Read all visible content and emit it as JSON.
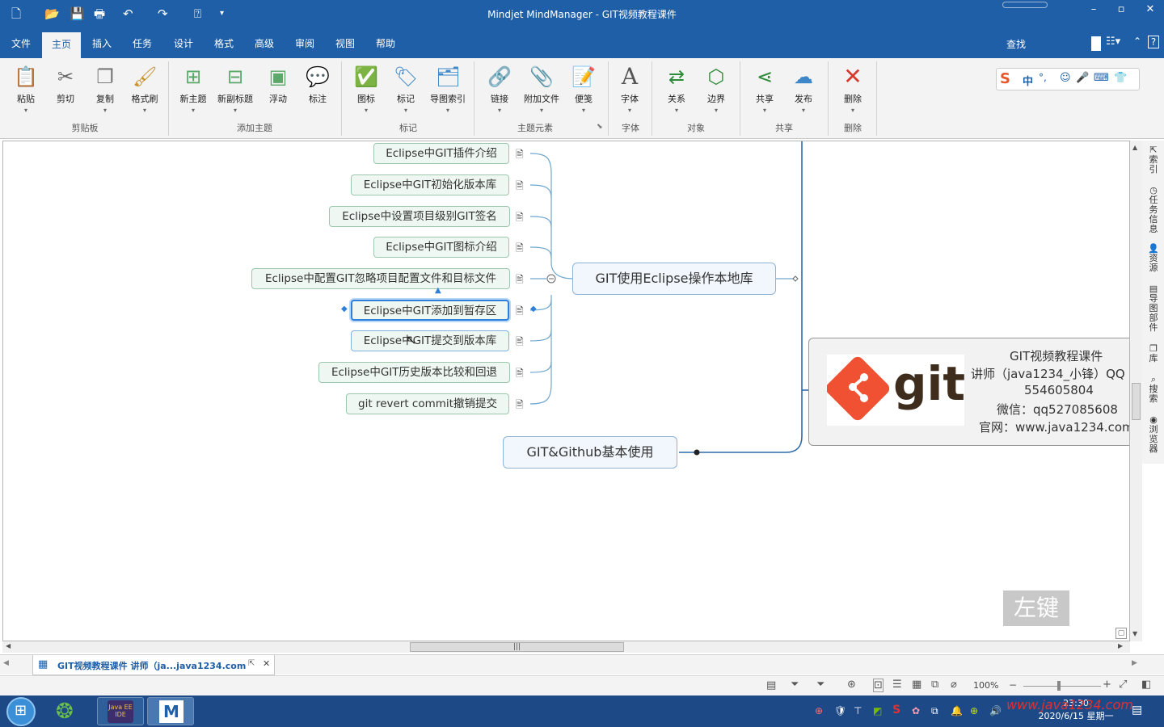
{
  "window": {
    "title": "Mindjet MindManager - GIT视频教程课件",
    "controls": {
      "minimize": "–",
      "restore": "▫",
      "close": "✕"
    }
  },
  "menu": {
    "items": [
      "文件",
      "主页",
      "插入",
      "任务",
      "设计",
      "格式",
      "高级",
      "审阅",
      "视图",
      "帮助"
    ],
    "active": "主页",
    "search_label": "查找"
  },
  "ribbon": {
    "buttons": {
      "paste": "粘贴",
      "cut": "剪切",
      "copy": "复制",
      "format_painter": "格式刷",
      "new_topic": "新主题",
      "new_subtopic": "新副标题",
      "floating": "浮动",
      "callout": "标注",
      "icon": "图标",
      "tag": "标记",
      "map_index": "导图索引",
      "link": "链接",
      "attach_file": "附加文件",
      "notes": "便笺",
      "font": "字体",
      "relationship": "关系",
      "boundary": "边界",
      "share": "共享",
      "publish": "发布",
      "delete": "删除"
    },
    "groups": {
      "clipboard": "剪贴板",
      "add_topic": "添加主题",
      "markers": "标记",
      "topic_elements": "主题元素",
      "font": "字体",
      "objects": "对象",
      "share": "共享",
      "delete": "删除"
    },
    "ime_label": "中"
  },
  "mindmap": {
    "subtopics": [
      "Eclipse中GIT插件介绍",
      "Eclipse中GIT初始化版本库",
      "Eclipse中设置项目级别GIT签名",
      "Eclipse中GIT图标介绍",
      "Eclipse中配置GIT忽略项目配置文件和目标文件",
      "Eclipse中GIT添加到暂存区",
      "Eclipse中GIT提交到版本库",
      "Eclipse中GIT历史版本比较和回退",
      "git revert commit撤销提交"
    ],
    "topic_local": "GIT使用Eclipse操作本地库",
    "topic_github": "GIT&Github基本使用",
    "central": {
      "logo_text": "git",
      "lines": [
        "GIT视频教程课件",
        "讲师（java1234_小锋）QQ",
        "554605804",
        "微信：qq527085608",
        "官网：www.java1234.com"
      ]
    }
  },
  "overlay": {
    "mouse_hint": "左键"
  },
  "sidebar": {
    "items": [
      "索引",
      "任务信息",
      "资源",
      "导图部件",
      "库",
      "搜索",
      "浏览器"
    ]
  },
  "doc_tab": {
    "title": "GIT视频教程课件 讲师（ja...java1234.com"
  },
  "status": {
    "zoom": "100%"
  },
  "taskbar": {
    "app_label": "Java EE IDE",
    "time": "23:30",
    "date": "2020/6/15 星期一",
    "watermark": "www.java1234.com"
  }
}
